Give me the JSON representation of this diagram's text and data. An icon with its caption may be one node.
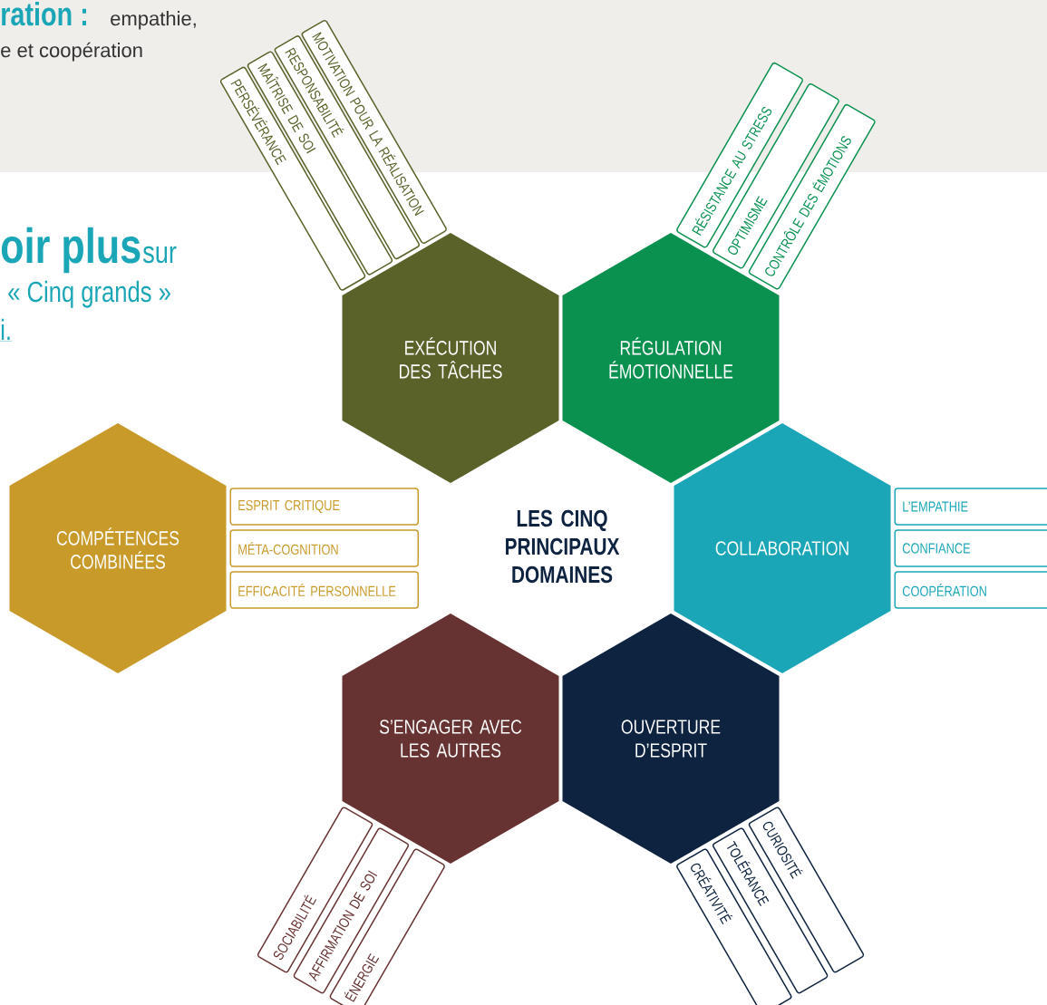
{
  "diagram": {
    "nodes": [
      {
        "text": [
          "LES CINQ PRINCIPAUX DOMAINES"
        ]
      },
      {
        "text": [
          "EXÉCUTION DES TÂCHES"
        ]
      },
      {
        "text": [
          "PERSÉVÉRANCE"
        ]
      },
      {
        "text": [
          "MAÎTRISE DE SOI"
        ]
      },
      {
        "text": [
          "RESPONSABILITÉ"
        ]
      },
      {
        "text": [
          "MOTIVATION POUR LA RÉALISATION"
        ]
      },
      {
        "text": [
          "RÉGULATION ÉMOTIONNELLE"
        ]
      },
      {
        "text": [
          "RÉSISTANCE AU STRESS"
        ]
      },
      {
        "text": [
          "OPTIMISME"
        ]
      },
      {
        "text": [
          "CONTRÔLE DES ÉMOTIONS"
        ]
      },
      {
        "text": [
          "COMPÉTENCES COMBINÉES"
        ]
      },
      {
        "text": [
          "ESPRIT CRITIQUE"
        ]
      },
      {
        "text": [
          "MÉTA-COGNITION"
        ]
      },
      {
        "text": [
          "EFFICACITÉ PERSONNELLE"
        ]
      },
      {
        "text": [
          "COLLABORATION"
        ]
      },
      {
        "text": [
          "L’EMPATHIE"
        ]
      },
      {
        "text": [
          "CONFIANCE"
        ]
      },
      {
        "text": [
          "COOPÉRATION"
        ]
      },
      {
        "text": [
          "S’ENGAGER AVEC LES AUTRES"
        ]
      },
      {
        "text": [
          "SOCIABILITÉ"
        ]
      },
      {
        "text": [
          "AFFIRMATION DE SOI"
        ]
      },
      {
        "text": [
          "ÉNERGIE"
        ]
      },
      {
        "text": [
          "OUVERTURE D’ESPRIT"
        ]
      },
      {
        "text": [
          "CRÉATIVITÉ"
        ]
      },
      {
        "text": [
          "TOLÉRANCE"
        ]
      },
      {
        "text": [
          "CURIOSITÉ"
        ]
      }
    ],
    "labels": [
      "ration :",
      "empathie,",
      "e et coopération",
      "oir plus",
      "sur",
      "« Cinq grands »",
      "i."
    ]
  }
}
